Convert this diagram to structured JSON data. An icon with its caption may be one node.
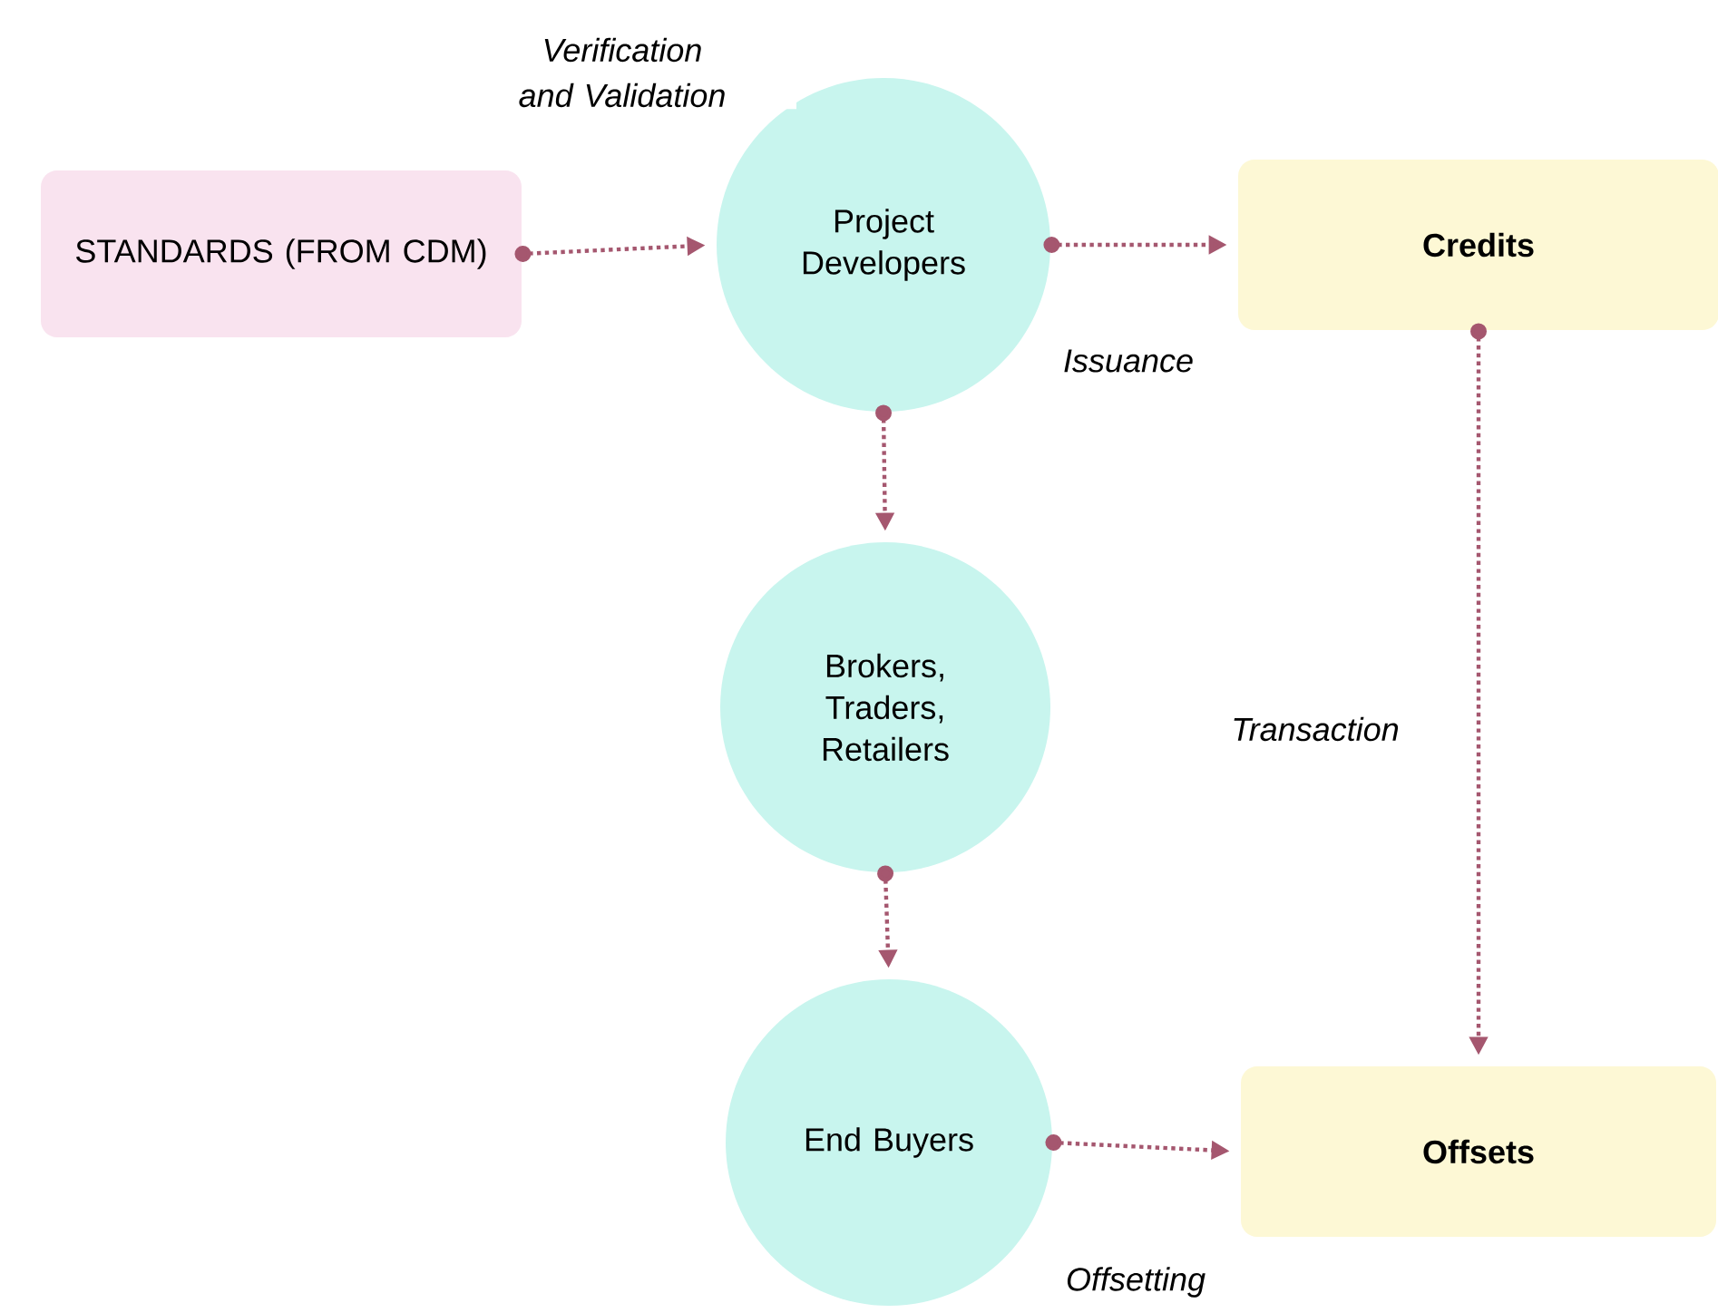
{
  "diagram": {
    "nodes": [
      {
        "text": [
          "STANDARDS (FROM CDM)"
        ]
      },
      {
        "text": [
          "Project Developers"
        ]
      },
      {
        "text": [
          "Credits"
        ]
      },
      {
        "text": [
          "Brokers, Traders, Retailers"
        ]
      },
      {
        "text": [
          "End Buyers"
        ]
      },
      {
        "text": [
          "Offsets"
        ]
      }
    ],
    "edges": [
      {
        "from": 0,
        "to": 1,
        "arrow": "to",
        "label": "Verification and Validation"
      },
      {
        "from": 1,
        "to": 2,
        "arrow": "to",
        "label": "Issuance"
      },
      {
        "from": 1,
        "to": 3,
        "arrow": "to"
      },
      {
        "from": 3,
        "to": 4,
        "arrow": "to"
      },
      {
        "from": 2,
        "to": 5,
        "arrow": "to",
        "label": "Transaction"
      },
      {
        "from": 4,
        "to": 5,
        "arrow": "to",
        "label": "Offsetting"
      }
    ]
  }
}
